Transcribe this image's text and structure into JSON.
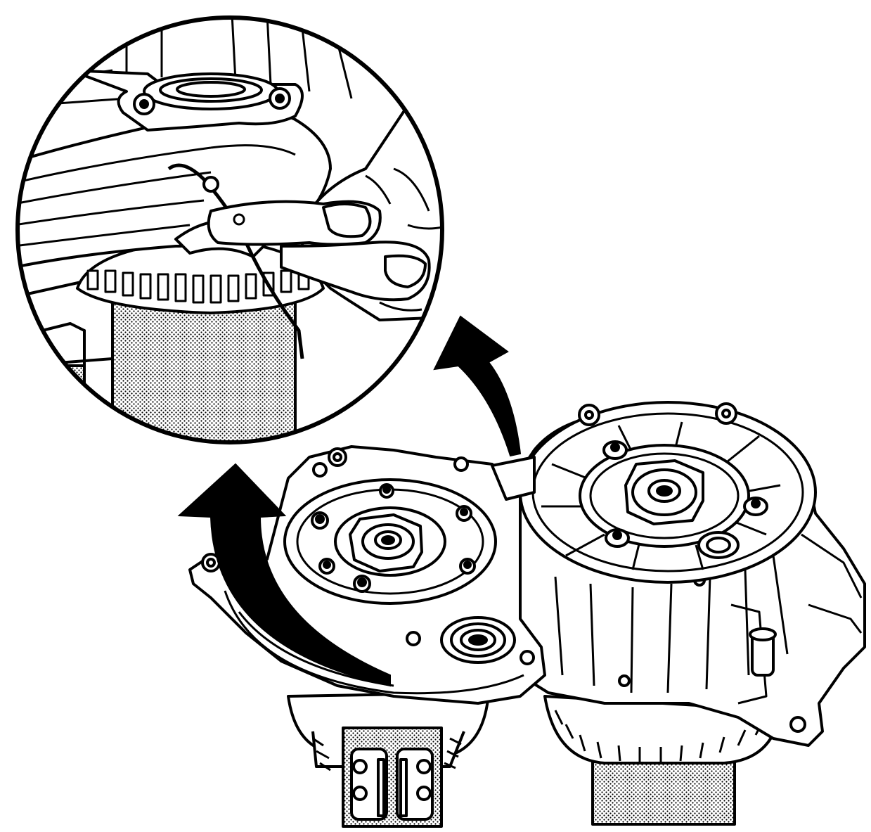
{
  "diagram": {
    "palette": {
      "ink": "#000000",
      "paper": "#ffffff",
      "hatch": "#000000"
    },
    "parts": [
      {
        "id": "detail-inset",
        "icon": "magnified-detail-circle"
      },
      {
        "id": "housing-left",
        "icon": "differential-housing"
      },
      {
        "id": "housing-right",
        "icon": "transfer-case-housing"
      },
      {
        "id": "wire-tool",
        "icon": "wire-hook-tool"
      },
      {
        "id": "hand",
        "icon": "hand-icon"
      },
      {
        "id": "callout-arrows",
        "icon": "curved-arrow-icon"
      }
    ]
  }
}
